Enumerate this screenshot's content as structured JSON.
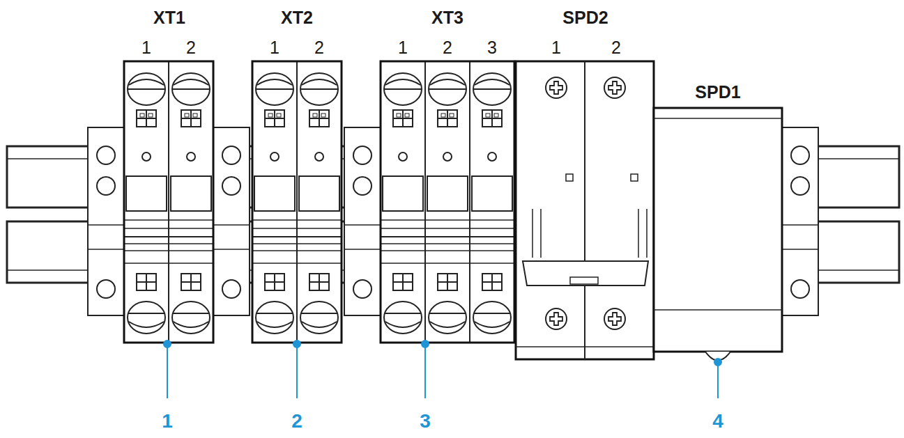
{
  "diagram": {
    "labels": [
      "XT1",
      "1",
      "2",
      "XT2",
      "1",
      "2",
      "XT3",
      "1",
      "2",
      "3",
      "SPD2",
      "1",
      "2",
      "SPD1",
      "1",
      "2",
      "3",
      "4"
    ]
  }
}
